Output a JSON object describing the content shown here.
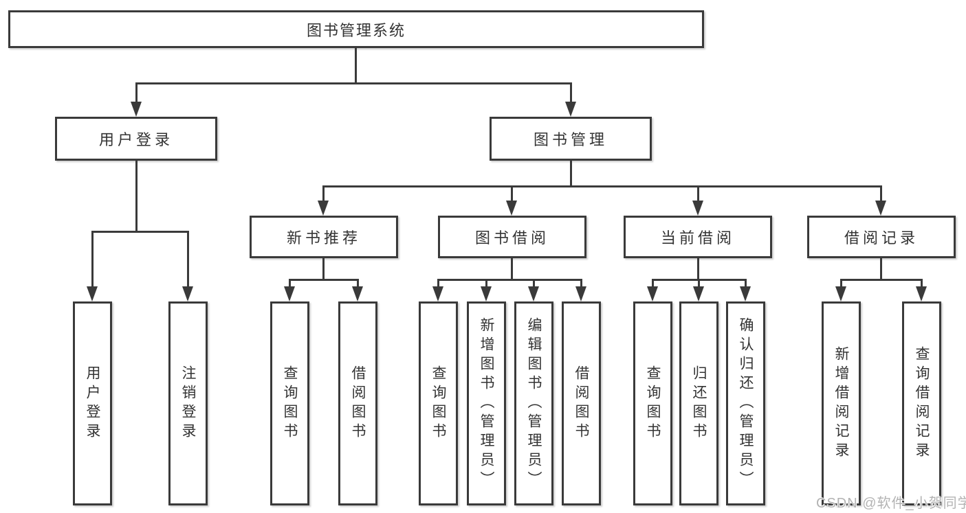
{
  "diagram": {
    "root": "图书管理系统",
    "level1": [
      "用户登录",
      "图书管理"
    ],
    "level2": [
      "新书推荐",
      "图书借阅",
      "当前借阅",
      "借阅记录"
    ],
    "leaves": {
      "user": [
        "用户登录",
        "注销登录"
      ],
      "recommend": [
        "查询图书",
        "借阅图书"
      ],
      "borrow": [
        "查询图书",
        "新增图书（管理员）",
        "编辑图书（管理员）",
        "借阅图书"
      ],
      "current": [
        "查询图书",
        "归还图书",
        "确认归还（管理员）"
      ],
      "records": [
        "新增借阅记录",
        "查询借阅记录"
      ]
    }
  },
  "watermark": "CSDN @软件_小贺同学",
  "colors": {
    "line": "#3a3a3a",
    "text": "#333333",
    "background": "#ffffff",
    "watermark": "#b3b3b3"
  }
}
